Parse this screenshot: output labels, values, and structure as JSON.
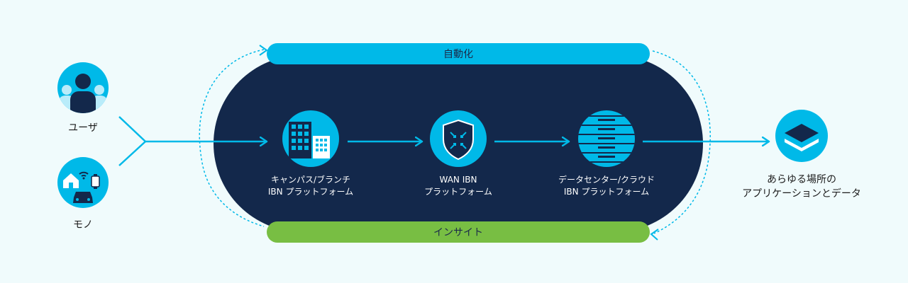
{
  "colors": {
    "navy": "#13284b",
    "cyan": "#00b9e8",
    "green": "#78be43",
    "background": "#f0fbfc"
  },
  "left": {
    "user_label": "ユーザ",
    "things_label": "モノ"
  },
  "bars": {
    "automation": "自動化",
    "insight": "インサイト"
  },
  "nodes": [
    {
      "line1": "キャンパス/ブランチ",
      "line2": "IBN プラットフォーム",
      "icon": "building-icon"
    },
    {
      "line1": "WAN IBN",
      "line2": "プラットフォーム",
      "icon": "shield-icon"
    },
    {
      "line1": "データセンター/クラウド",
      "line2": "IBN プラットフォーム",
      "icon": "server-icon"
    }
  ],
  "right": {
    "line1": "あらゆる場所の",
    "line2": "アプリケーションとデータ",
    "icon": "layers-icon"
  }
}
